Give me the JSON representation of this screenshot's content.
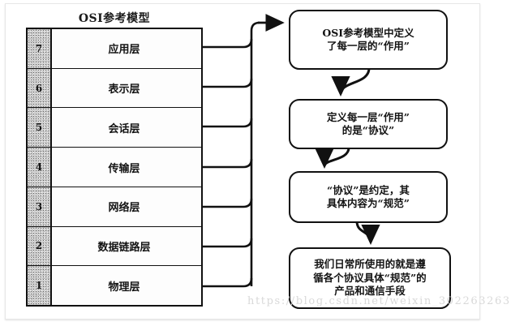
{
  "diagram": {
    "title": "OSI参考模型",
    "table": {
      "layers": [
        {
          "number": "7",
          "name": "应用层"
        },
        {
          "number": "6",
          "name": "表示层"
        },
        {
          "number": "5",
          "name": "会话层"
        },
        {
          "number": "4",
          "name": "传输层"
        },
        {
          "number": "3",
          "name": "网络层"
        },
        {
          "number": "2",
          "name": "数据链路层"
        },
        {
          "number": "1",
          "name": "物理层"
        }
      ]
    },
    "notes": [
      {
        "id": "note-1",
        "lines": [
          "OSI参考模型中定义",
          "了每一层的“作用”"
        ]
      },
      {
        "id": "note-2",
        "lines": [
          "定义每一层“作用”",
          "的是“协议”"
        ]
      },
      {
        "id": "note-3",
        "lines": [
          "“协议”是约定，其",
          "具体内容为“规范”"
        ]
      },
      {
        "id": "note-4",
        "lines": [
          "我们日常所使用的就是遵",
          "循各个协议具体“规范”的",
          "产品和通信手段"
        ]
      }
    ],
    "watermark": "https://blog.csdn.net/weixin_302263263",
    "colors": {
      "stroke": "#111111",
      "cell_fill": "#fdfdfd",
      "number_fill": "#cfcfcf",
      "watermark": "#d9d9d9"
    }
  }
}
